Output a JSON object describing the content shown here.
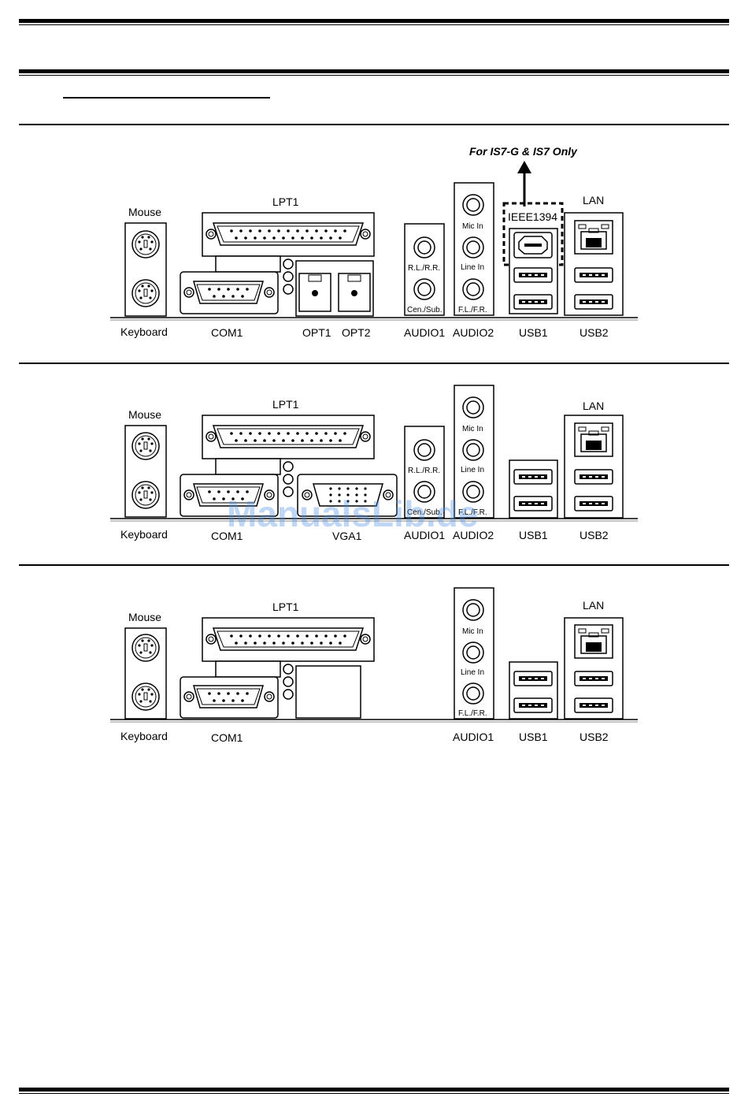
{
  "note": {
    "text": "For IS7-G & IS7 Only"
  },
  "watermark": {
    "text": "ManualsLib.de"
  },
  "panel1": {
    "mouse": "Mouse",
    "keyboard": "Keyboard",
    "lpt": "LPT1",
    "com": "COM1",
    "opt1": "OPT1",
    "opt2": "OPT2",
    "audio1": "AUDIO1",
    "audio2": "AUDIO2",
    "usb1": "USB1",
    "usb2": "USB2",
    "lan": "LAN",
    "ieee": "IEEE1394",
    "mic_in": "Mic In",
    "line_in": "Line In",
    "fl_fr": "F.L./F.R.",
    "rl_rr": "R.L./R.R.",
    "cen_sub": "Cen./Sub."
  },
  "panel2": {
    "mouse": "Mouse",
    "keyboard": "Keyboard",
    "lpt": "LPT1",
    "com": "COM1",
    "vga": "VGA1",
    "audio1": "AUDIO1",
    "audio2": "AUDIO2",
    "usb1": "USB1",
    "usb2": "USB2",
    "lan": "LAN",
    "mic_in": "Mic In",
    "line_in": "Line In",
    "fl_fr": "F.L./F.R.",
    "rl_rr": "R.L./R.R.",
    "cen_sub": "Cen./Sub."
  },
  "panel3": {
    "mouse": "Mouse",
    "keyboard": "Keyboard",
    "lpt": "LPT1",
    "com": "COM1",
    "audio1": "AUDIO1",
    "usb1": "USB1",
    "usb2": "USB2",
    "lan": "LAN",
    "mic_in": "Mic In",
    "line_in": "Line In",
    "fl_fr": "F.L./F.R."
  }
}
